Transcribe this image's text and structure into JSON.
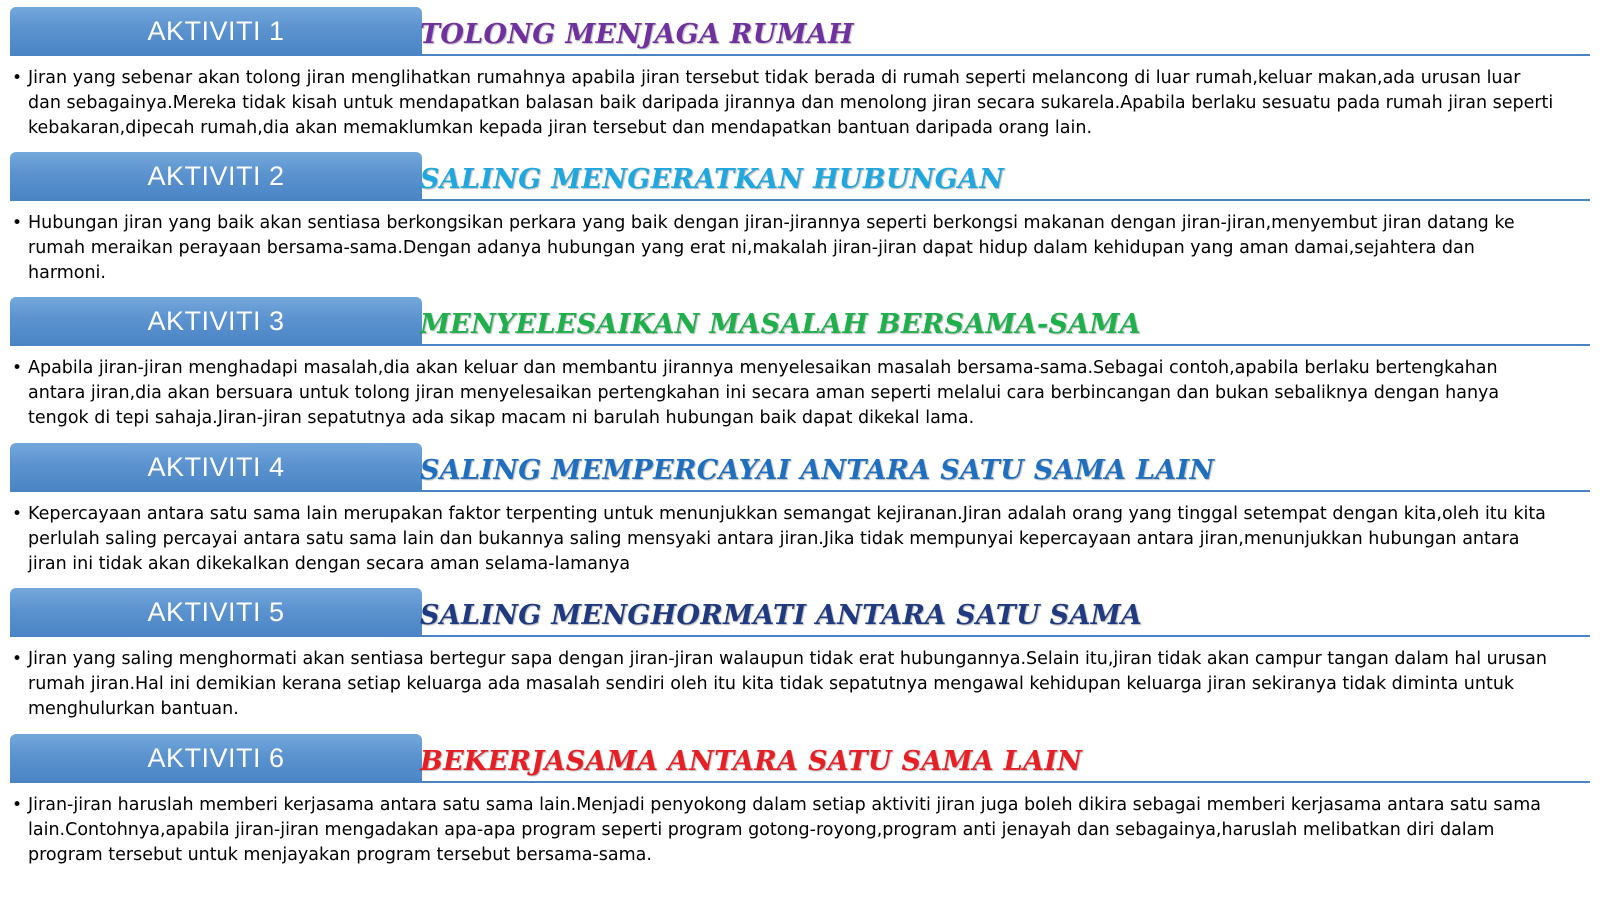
{
  "sections": [
    {
      "tab": "AKTIVITI 1",
      "title": "TOLONG MENJAGA RUMAH",
      "title_color": "#7030a0",
      "text": "Jiran yang sebenar akan tolong jiran menglihatkan rumahnya apabila jiran tersebut tidak berada di rumah seperti melancong di luar rumah,keluar makan,ada urusan luar dan sebagainya.Mereka tidak kisah untuk mendapatkan balasan baik daripada jirannya dan menolong jiran secara sukarela.Apabila berlaku sesuatu pada rumah jiran seperti kebakaran,dipecah rumah,dia akan memaklumkan kepada jiran tersebut dan mendapatkan bantuan daripada orang lain."
    },
    {
      "tab": "AKTIVITI 2",
      "title": "SALING MENGERATKAN HUBUNGAN",
      "title_color": "#1fa8e0",
      "text": "Hubungan jiran yang baik akan sentiasa berkongsikan perkara yang baik dengan jiran-jirannya seperti berkongsi makanan dengan jiran-jiran,menyembut jiran datang ke rumah meraikan perayaan bersama-sama.Dengan adanya hubungan yang erat ni,makalah jiran-jiran dapat hidup dalam kehidupan yang aman damai,sejahtera dan harmoni."
    },
    {
      "tab": "AKTIVITI 3",
      "title": "MENYELESAIKAN MASALAH BERSAMA-SAMA",
      "title_color": "#1db04b",
      "text": "Apabila jiran-jiran menghadapi masalah,dia akan keluar dan membantu jirannya menyelesaikan masalah bersama-sama.Sebagai contoh,apabila berlaku bertengkahan antara jiran,dia akan bersuara untuk tolong jiran menyelesaikan pertengkahan ini secara aman seperti melalui cara berbincangan dan bukan sebaliknya dengan hanya tengok di tepi sahaja.Jiran-jiran sepatutnya ada sikap macam ni barulah hubungan baik dapat dikekal lama."
    },
    {
      "tab": "AKTIVITI 4",
      "title": "SALING MEMPERCAYAI ANTARA SATU SAMA LAIN",
      "title_color": "#1f6fc0",
      "text": "Kepercayaan antara satu sama lain merupakan faktor terpenting untuk menunjukkan semangat kejiranan.Jiran adalah orang yang tinggal setempat dengan kita,oleh itu kita perlulah saling percayai antara satu sama lain dan bukannya saling mensyaki antara jiran.Jika tidak mempunyai kepercayaan antara jiran,menunjukkan hubungan antara jiran ini tidak akan dikekalkan dengan secara aman selama-lamanya"
    },
    {
      "tab": "AKTIVITI 5",
      "title": "SALING MENGHORMATI ANTARA SATU SAMA",
      "title_color": "#1f3a80",
      "text": "Jiran yang saling menghormati akan sentiasa bertegur sapa dengan jiran-jiran walaupun tidak erat hubungannya.Selain itu,jiran tidak akan campur  tangan dalam hal urusan rumah jiran.Hal ini demikian kerana setiap keluarga ada masalah sendiri oleh itu kita tidak sepatutnya mengawal kehidupan keluarga jiran sekiranya tidak diminta untuk menghulurkan bantuan."
    },
    {
      "tab": "AKTIVITI 6",
      "title": "BEKERJASAMA ANTARA SATU SAMA LAIN",
      "title_color": "#e81e25",
      "text": "Jiran-jiran haruslah memberi kerjasama antara satu sama lain.Menjadi penyokong dalam setiap aktiviti jiran juga boleh dikira sebagai memberi kerjasama antara satu sama lain.Contohnya,apabila jiran-jiran mengadakan apa-apa program seperti program gotong-royong,program anti jenayah dan sebagainya,haruslah melibatkan diri dalam program tersebut untuk menjayakan program tersebut bersama-sama."
    }
  ]
}
